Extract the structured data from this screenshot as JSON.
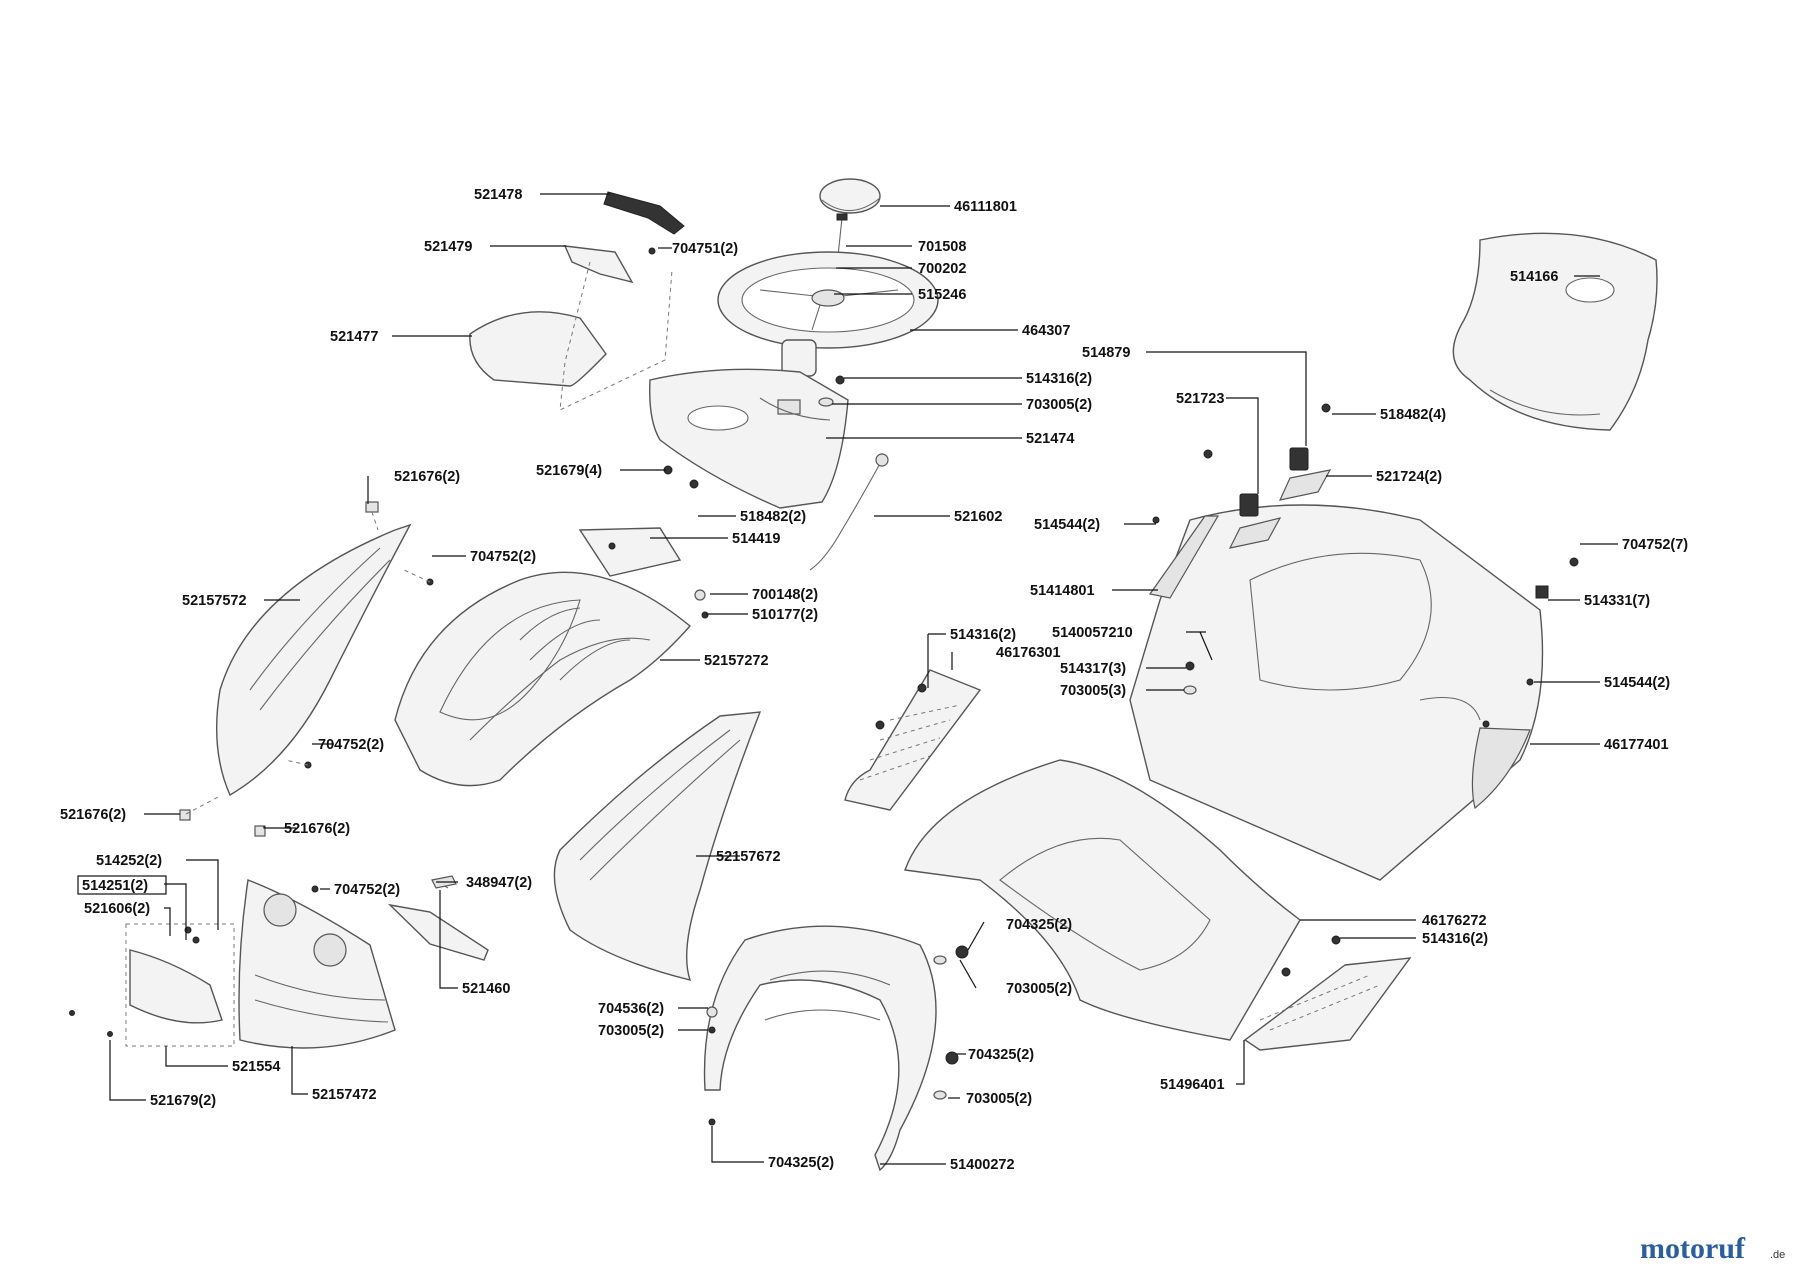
{
  "logo": {
    "brand": "motoruf",
    "tld": ".de",
    "brand_color": "#2a5e9e",
    "accent_color": "#e3a020"
  },
  "labels": [
    {
      "id": "521478",
      "text": "521478"
    },
    {
      "id": "46111801",
      "text": "46111801"
    },
    {
      "id": "521479",
      "text": "521479"
    },
    {
      "id": "704751",
      "text": "704751(2)"
    },
    {
      "id": "701508",
      "text": "701508"
    },
    {
      "id": "700202",
      "text": "700202"
    },
    {
      "id": "515246",
      "text": "515246"
    },
    {
      "id": "464307",
      "text": "464307"
    },
    {
      "id": "521477",
      "text": "521477"
    },
    {
      "id": "514166",
      "text": "514166"
    },
    {
      "id": "514316a",
      "text": "514316(2)"
    },
    {
      "id": "703005a",
      "text": "703005(2)"
    },
    {
      "id": "514879",
      "text": "514879"
    },
    {
      "id": "521723",
      "text": "521723"
    },
    {
      "id": "518482a",
      "text": "518482(4)"
    },
    {
      "id": "521474",
      "text": "521474"
    },
    {
      "id": "521679a",
      "text": "521679(4)"
    },
    {
      "id": "521724",
      "text": "521724(2)"
    },
    {
      "id": "521676a",
      "text": "521676(2)"
    },
    {
      "id": "518482b",
      "text": "518482(2)"
    },
    {
      "id": "521602",
      "text": "521602"
    },
    {
      "id": "514544a",
      "text": "514544(2)"
    },
    {
      "id": "514419",
      "text": "514419"
    },
    {
      "id": "704752a",
      "text": "704752(2)"
    },
    {
      "id": "704752b",
      "text": "704752(7)"
    },
    {
      "id": "51414801",
      "text": "51414801"
    },
    {
      "id": "700148",
      "text": "700148(2)"
    },
    {
      "id": "52157572",
      "text": "52157572"
    },
    {
      "id": "510177",
      "text": "510177(2)"
    },
    {
      "id": "514331",
      "text": "514331(7)"
    },
    {
      "id": "514316b",
      "text": "514316(2)"
    },
    {
      "id": "5140057210",
      "text": "5140057210"
    },
    {
      "id": "46176301",
      "text": "46176301"
    },
    {
      "id": "52157272",
      "text": "52157272"
    },
    {
      "id": "514317",
      "text": "514317(3)"
    },
    {
      "id": "703005b",
      "text": "703005(3)"
    },
    {
      "id": "514544b",
      "text": "514544(2)"
    },
    {
      "id": "704752c",
      "text": "704752(2)"
    },
    {
      "id": "46177401",
      "text": "46177401"
    },
    {
      "id": "521676b",
      "text": "521676(2)"
    },
    {
      "id": "521676c",
      "text": "521676(2)"
    },
    {
      "id": "514252",
      "text": "514252(2)"
    },
    {
      "id": "52157672",
      "text": "52157672"
    },
    {
      "id": "514251",
      "text": "514251(2)"
    },
    {
      "id": "704752d",
      "text": "704752(2)"
    },
    {
      "id": "348947",
      "text": "348947(2)"
    },
    {
      "id": "521606",
      "text": "521606(2)"
    },
    {
      "id": "46176272",
      "text": "46176272"
    },
    {
      "id": "704325a",
      "text": "704325(2)"
    },
    {
      "id": "514316c",
      "text": "514316(2)"
    },
    {
      "id": "521460",
      "text": "521460"
    },
    {
      "id": "703005c",
      "text": "703005(2)"
    },
    {
      "id": "704536",
      "text": "704536(2)"
    },
    {
      "id": "703005d",
      "text": "703005(2)"
    },
    {
      "id": "704325b",
      "text": "704325(2)"
    },
    {
      "id": "521554",
      "text": "521554"
    },
    {
      "id": "51496401",
      "text": "51496401"
    },
    {
      "id": "52157472",
      "text": "52157472"
    },
    {
      "id": "703005e",
      "text": "703005(2)"
    },
    {
      "id": "521679b",
      "text": "521679(2)"
    },
    {
      "id": "704325c",
      "text": "704325(2)"
    },
    {
      "id": "51400272",
      "text": "51400272"
    }
  ]
}
